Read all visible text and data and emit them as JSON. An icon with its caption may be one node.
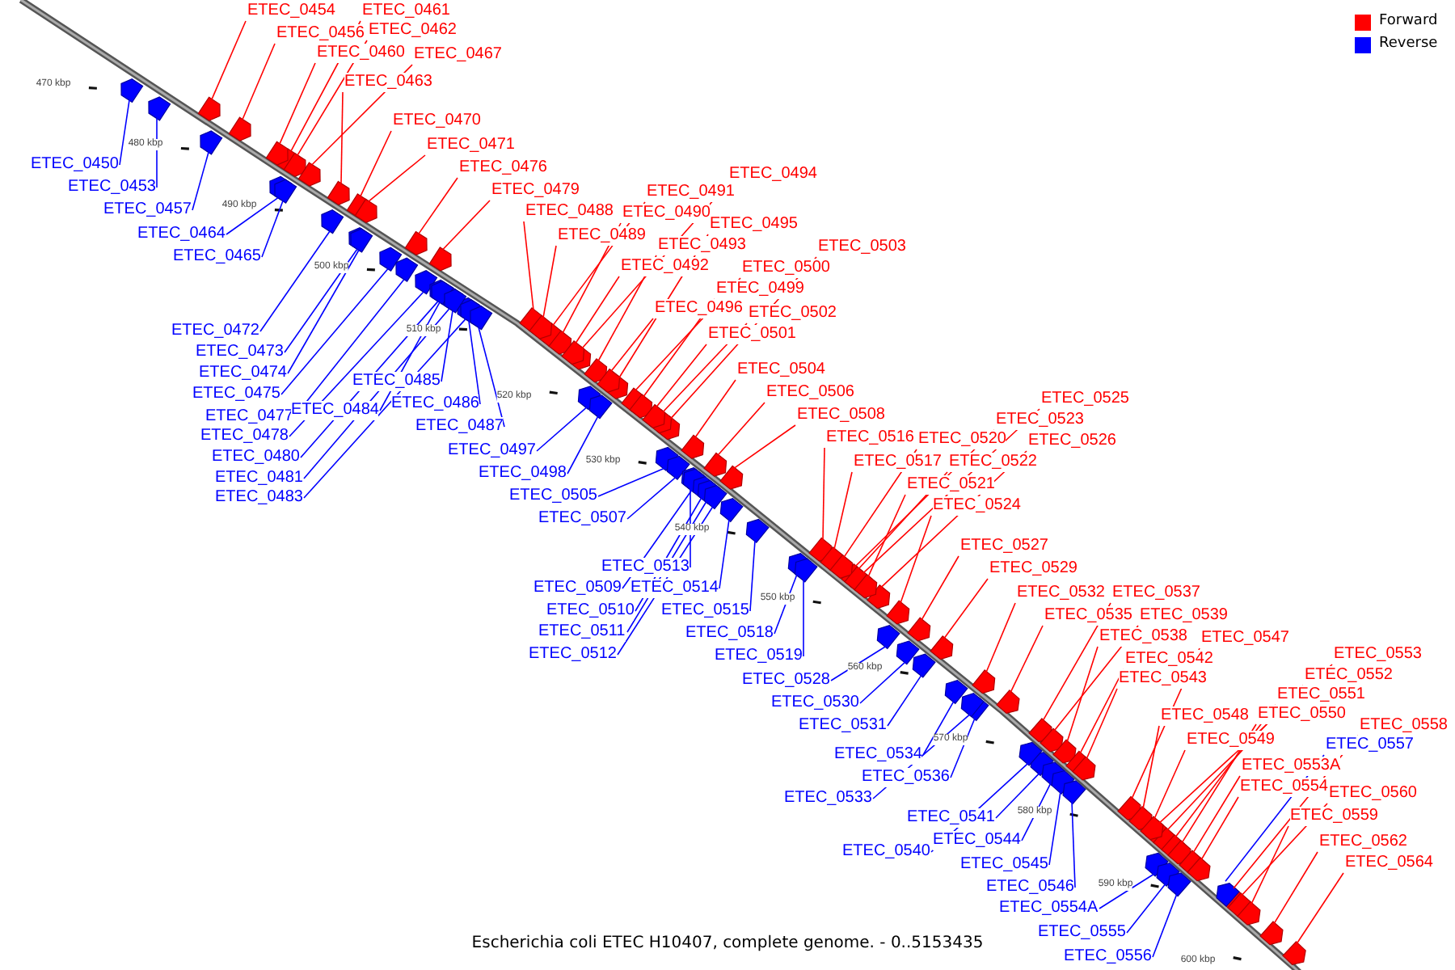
{
  "diagram": {
    "caption": "Escherichia coli ETEC H10407, complete genome. - 0..5153435",
    "nodes": [
      {
        "text": [
          "ETEC_0454"
        ]
      },
      {
        "text": [
          "ETEC_0456"
        ]
      },
      {
        "text": [
          "ETEC_0461"
        ]
      },
      {
        "text": [
          "ETEC_0462"
        ]
      },
      {
        "text": [
          "ETEC_0460"
        ]
      },
      {
        "text": [
          "ETEC_0467"
        ]
      },
      {
        "text": [
          "ETEC_0463"
        ]
      },
      {
        "text": [
          "ETEC_0470"
        ]
      },
      {
        "text": [
          "ETEC_0471"
        ]
      },
      {
        "text": [
          "ETEC_0476"
        ]
      },
      {
        "text": [
          "ETEC_0479"
        ]
      },
      {
        "text": [
          "ETEC_0488"
        ]
      },
      {
        "text": [
          "ETEC_0491"
        ]
      },
      {
        "text": [
          "ETEC_0490"
        ]
      },
      {
        "text": [
          "ETEC_0489"
        ]
      },
      {
        "text": [
          "ETEC_0494"
        ]
      },
      {
        "text": [
          "ETEC_0495"
        ]
      },
      {
        "text": [
          "ETEC_0493"
        ]
      },
      {
        "text": [
          "ETEC_0492"
        ]
      },
      {
        "text": [
          "ETEC_0503"
        ]
      },
      {
        "text": [
          "ETEC_0500"
        ]
      },
      {
        "text": [
          "ETEC_0499"
        ]
      },
      {
        "text": [
          "ETEC_0496"
        ]
      },
      {
        "text": [
          "ETEC_0502"
        ]
      },
      {
        "text": [
          "ETEC_0501"
        ]
      },
      {
        "text": [
          "ETEC_0504"
        ]
      },
      {
        "text": [
          "ETEC_0506"
        ]
      },
      {
        "text": [
          "ETEC_0508"
        ]
      },
      {
        "text": [
          "ETEC_0516"
        ]
      },
      {
        "text": [
          "ETEC_0517"
        ]
      },
      {
        "text": [
          "ETEC_0525"
        ]
      },
      {
        "text": [
          "ETEC_0523"
        ]
      },
      {
        "text": [
          "ETEC_0520"
        ]
      },
      {
        "text": [
          "ETEC_0526"
        ]
      },
      {
        "text": [
          "ETEC_0522"
        ]
      },
      {
        "text": [
          "ETEC_0521"
        ]
      },
      {
        "text": [
          "ETEC_0524"
        ]
      },
      {
        "text": [
          "ETEC_0527"
        ]
      },
      {
        "text": [
          "ETEC_0529"
        ]
      },
      {
        "text": [
          "ETEC_0532"
        ]
      },
      {
        "text": [
          "ETEC_0537"
        ]
      },
      {
        "text": [
          "ETEC_0535"
        ]
      },
      {
        "text": [
          "ETEC_0539"
        ]
      },
      {
        "text": [
          "ETEC_0538"
        ]
      },
      {
        "text": [
          "ETEC_0547"
        ]
      },
      {
        "text": [
          "ETEC_0542"
        ]
      },
      {
        "text": [
          "ETEC_0543"
        ]
      },
      {
        "text": [
          "ETEC_0553"
        ]
      },
      {
        "text": [
          "ETEC_0552"
        ]
      },
      {
        "text": [
          "ETEC_0551"
        ]
      },
      {
        "text": [
          "ETEC_0548"
        ]
      },
      {
        "text": [
          "ETEC_0550"
        ]
      },
      {
        "text": [
          "ETEC_0558"
        ]
      },
      {
        "text": [
          "ETEC_0549"
        ]
      },
      {
        "text": [
          "ETEC_0557"
        ]
      },
      {
        "text": [
          "ETEC_0553A"
        ]
      },
      {
        "text": [
          "ETEC_0554"
        ]
      },
      {
        "text": [
          "ETEC_0560"
        ]
      },
      {
        "text": [
          "ETEC_0559"
        ]
      },
      {
        "text": [
          "ETEC_0562"
        ]
      },
      {
        "text": [
          "ETEC_0564"
        ]
      },
      {
        "text": [
          "ETEC_0450"
        ]
      },
      {
        "text": [
          "ETEC_0453"
        ]
      },
      {
        "text": [
          "ETEC_0457"
        ]
      },
      {
        "text": [
          "ETEC_0464"
        ]
      },
      {
        "text": [
          "ETEC_0465"
        ]
      },
      {
        "text": [
          "ETEC_0472"
        ]
      },
      {
        "text": [
          "ETEC_0473"
        ]
      },
      {
        "text": [
          "ETEC_0474"
        ]
      },
      {
        "text": [
          "ETEC_0475"
        ]
      },
      {
        "text": [
          "ETEC_0477"
        ]
      },
      {
        "text": [
          "ETEC_0478"
        ]
      },
      {
        "text": [
          "ETEC_0480"
        ]
      },
      {
        "text": [
          "ETEC_0481"
        ]
      },
      {
        "text": [
          "ETEC_0483"
        ]
      },
      {
        "text": [
          "ETEC_0484"
        ]
      },
      {
        "text": [
          "ETEC_0485"
        ]
      },
      {
        "text": [
          "ETEC_0486"
        ]
      },
      {
        "text": [
          "ETEC_0487"
        ]
      },
      {
        "text": [
          "ETEC_0497"
        ]
      },
      {
        "text": [
          "ETEC_0498"
        ]
      },
      {
        "text": [
          "ETEC_0505"
        ]
      },
      {
        "text": [
          "ETEC_0507"
        ]
      },
      {
        "text": [
          "ETEC_0513"
        ]
      },
      {
        "text": [
          "ETEC_0509"
        ]
      },
      {
        "text": [
          "ETEC_0514"
        ]
      },
      {
        "text": [
          "ETEC_0510"
        ]
      },
      {
        "text": [
          "ETEC_0515"
        ]
      },
      {
        "text": [
          "ETEC_0511"
        ]
      },
      {
        "text": [
          "ETEC_0512"
        ]
      },
      {
        "text": [
          "ETEC_0518"
        ]
      },
      {
        "text": [
          "ETEC_0519"
        ]
      },
      {
        "text": [
          "ETEC_0528"
        ]
      },
      {
        "text": [
          "ETEC_0530"
        ]
      },
      {
        "text": [
          "ETEC_0531"
        ]
      },
      {
        "text": [
          "ETEC_0534"
        ]
      },
      {
        "text": [
          "ETEC_0536"
        ]
      },
      {
        "text": [
          "ETEC_0533"
        ]
      },
      {
        "text": [
          "ETEC_0541"
        ]
      },
      {
        "text": [
          "ETEC_0544"
        ]
      },
      {
        "text": [
          "ETEC_0540"
        ]
      },
      {
        "text": [
          "ETEC_0545"
        ]
      },
      {
        "text": [
          "ETEC_0546"
        ]
      },
      {
        "text": [
          "ETEC_0554A"
        ]
      },
      {
        "text": [
          "ETEC_0555"
        ]
      },
      {
        "text": [
          "ETEC_0556"
        ]
      },
      {
        "text": [],
        "shape": "arrow"
      },
      {
        "text": [],
        "shape": "arrow"
      },
      {
        "text": [],
        "shape": "arrow"
      },
      {
        "text": [],
        "shape": "arrow"
      },
      {
        "text": [],
        "shape": "arrow"
      },
      {
        "text": [],
        "shape": "arrow"
      },
      {
        "text": [],
        "shape": "arrow"
      },
      {
        "text": [],
        "shape": "arrow"
      },
      {
        "text": [],
        "shape": "arrow"
      },
      {
        "text": [],
        "shape": "arrow"
      },
      {
        "text": [],
        "shape": "arrow"
      },
      {
        "text": [],
        "shape": "arrow"
      },
      {
        "text": [],
        "shape": "arrow"
      },
      {
        "text": [],
        "shape": "arrow"
      },
      {
        "text": [],
        "shape": "arrow"
      },
      {
        "text": [],
        "shape": "arrow"
      },
      {
        "text": [],
        "shape": "arrow"
      },
      {
        "text": [],
        "shape": "arrow"
      },
      {
        "text": [],
        "shape": "arrow"
      },
      {
        "text": [],
        "shape": "arrow"
      },
      {
        "text": [],
        "shape": "arrow"
      },
      {
        "text": [],
        "shape": "arrow"
      },
      {
        "text": [],
        "shape": "arrow"
      },
      {
        "text": [],
        "shape": "arrow"
      },
      {
        "text": [],
        "shape": "arrow"
      },
      {
        "text": [],
        "shape": "arrow"
      },
      {
        "text": [],
        "shape": "arrow"
      },
      {
        "text": [],
        "shape": "arrow"
      },
      {
        "text": [],
        "shape": "arrow"
      },
      {
        "text": [],
        "shape": "arrow"
      },
      {
        "text": [],
        "shape": "arrow"
      },
      {
        "text": [],
        "shape": "arrow"
      },
      {
        "text": [],
        "shape": "arrow"
      },
      {
        "text": [],
        "shape": "arrow"
      },
      {
        "text": [],
        "shape": "arrow"
      },
      {
        "text": [],
        "shape": "arrow"
      },
      {
        "text": [],
        "shape": "arrow"
      },
      {
        "text": [],
        "shape": "arrow"
      },
      {
        "text": [],
        "shape": "arrow"
      },
      {
        "text": [],
        "shape": "arrow"
      },
      {
        "text": [],
        "shape": "arrow"
      },
      {
        "text": [],
        "shape": "arrow"
      },
      {
        "text": [],
        "shape": "arrow"
      },
      {
        "text": [],
        "shape": "arrow"
      },
      {
        "text": [],
        "shape": "arrow"
      },
      {
        "text": [],
        "shape": "arrow"
      },
      {
        "text": [],
        "shape": "arrow"
      },
      {
        "text": [],
        "shape": "arrow"
      },
      {
        "text": [],
        "shape": "arrow"
      },
      {
        "text": [],
        "shape": "arrow"
      },
      {
        "text": [],
        "shape": "arrow"
      },
      {
        "text": [],
        "shape": "arrow"
      },
      {
        "text": [],
        "shape": "arrow"
      },
      {
        "text": [],
        "shape": "arrow"
      },
      {
        "text": [],
        "shape": "arrow"
      },
      {
        "text": [],
        "shape": "arrow"
      },
      {
        "text": [],
        "shape": "arrow"
      },
      {
        "text": [],
        "shape": "arrow"
      },
      {
        "text": [],
        "shape": "arrow"
      },
      {
        "text": [],
        "shape": "arrow"
      },
      {
        "text": [],
        "shape": "arrow"
      },
      {
        "text": [],
        "shape": "arrow"
      },
      {
        "text": [],
        "shape": "arrow"
      },
      {
        "text": [],
        "shape": "arrow"
      },
      {
        "text": [],
        "shape": "arrow"
      },
      {
        "text": [],
        "shape": "arrow"
      },
      {
        "text": [],
        "shape": "arrow"
      },
      {
        "text": [],
        "shape": "arrow"
      },
      {
        "text": [],
        "shape": "arrow"
      },
      {
        "text": [],
        "shape": "arrow"
      },
      {
        "text": [],
        "shape": "arrow"
      },
      {
        "text": [],
        "shape": "arrow"
      },
      {
        "text": [],
        "shape": "arrow"
      },
      {
        "text": [],
        "shape": "arrow"
      },
      {
        "text": [],
        "shape": "arrow"
      },
      {
        "text": [],
        "shape": "arrow"
      },
      {
        "text": [],
        "shape": "arrow"
      },
      {
        "text": [],
        "shape": "arrow"
      },
      {
        "text": [],
        "shape": "arrow"
      },
      {
        "text": [],
        "shape": "arrow"
      },
      {
        "text": [],
        "shape": "arrow"
      },
      {
        "text": [],
        "shape": "arrow"
      },
      {
        "text": [],
        "shape": "arrow"
      },
      {
        "text": [],
        "shape": "arrow"
      },
      {
        "text": [],
        "shape": "arrow"
      },
      {
        "text": [],
        "shape": "arrow"
      },
      {
        "text": [],
        "shape": "arrow"
      },
      {
        "text": [],
        "shape": "arrow"
      },
      {
        "text": [],
        "shape": "arrow"
      },
      {
        "text": [],
        "shape": "arrow"
      },
      {
        "text": [],
        "shape": "arrow"
      },
      {
        "text": [],
        "shape": "arrow"
      },
      {
        "text": [],
        "shape": "arrow"
      },
      {
        "text": [],
        "shape": "arrow"
      },
      {
        "text": [],
        "shape": "arrow"
      },
      {
        "text": [],
        "shape": "arrow"
      },
      {
        "text": [],
        "shape": "arrow"
      },
      {
        "text": [],
        "shape": "arrow"
      },
      {
        "text": [],
        "shape": "arrow"
      },
      {
        "text": [],
        "shape": "arrow"
      },
      {
        "text": [],
        "shape": "arrow"
      },
      {
        "text": [],
        "shape": "arrow"
      },
      {
        "text": [],
        "shape": "arrow"
      },
      {
        "text": [],
        "shape": "arrow"
      },
      {
        "text": [],
        "shape": "arrow"
      },
      {
        "text": [],
        "shape": "arrow"
      }
    ],
    "edges": [
      {
        "from": 0,
        "to": 106,
        "arrow": "none"
      },
      {
        "from": 1,
        "to": 107,
        "arrow": "none"
      },
      {
        "from": 2,
        "to": 108,
        "arrow": "none"
      },
      {
        "from": 3,
        "to": 109,
        "arrow": "none"
      },
      {
        "from": 4,
        "to": 110,
        "arrow": "none"
      },
      {
        "from": 5,
        "to": 111,
        "arrow": "none"
      },
      {
        "from": 6,
        "to": 112,
        "arrow": "none"
      },
      {
        "from": 7,
        "to": 113,
        "arrow": "none"
      },
      {
        "from": 8,
        "to": 114,
        "arrow": "none"
      },
      {
        "from": 9,
        "to": 115,
        "arrow": "none"
      },
      {
        "from": 10,
        "to": 116,
        "arrow": "none"
      },
      {
        "from": 11,
        "to": 117,
        "arrow": "none"
      },
      {
        "from": 12,
        "to": 118,
        "arrow": "none"
      },
      {
        "from": 13,
        "to": 119,
        "arrow": "none"
      },
      {
        "from": 14,
        "to": 120,
        "arrow": "none"
      },
      {
        "from": 15,
        "to": 121,
        "arrow": "none"
      },
      {
        "from": 16,
        "to": 122,
        "arrow": "none"
      },
      {
        "from": 17,
        "to": 123,
        "arrow": "none"
      },
      {
        "from": 18,
        "to": 124,
        "arrow": "none"
      },
      {
        "from": 19,
        "to": 125,
        "arrow": "none"
      },
      {
        "from": 20,
        "to": 126,
        "arrow": "none"
      },
      {
        "from": 21,
        "to": 127,
        "arrow": "none"
      },
      {
        "from": 22,
        "to": 128,
        "arrow": "none"
      },
      {
        "from": 23,
        "to": 129,
        "arrow": "none"
      },
      {
        "from": 24,
        "to": 130,
        "arrow": "none"
      },
      {
        "from": 25,
        "to": 131,
        "arrow": "none"
      },
      {
        "from": 26,
        "to": 132,
        "arrow": "none"
      },
      {
        "from": 27,
        "to": 133,
        "arrow": "none"
      },
      {
        "from": 28,
        "to": 134,
        "arrow": "none"
      },
      {
        "from": 29,
        "to": 135,
        "arrow": "none"
      },
      {
        "from": 30,
        "to": 136,
        "arrow": "none"
      },
      {
        "from": 31,
        "to": 137,
        "arrow": "none"
      },
      {
        "from": 32,
        "to": 138,
        "arrow": "none"
      },
      {
        "from": 33,
        "to": 139,
        "arrow": "none"
      },
      {
        "from": 34,
        "to": 140,
        "arrow": "none"
      },
      {
        "from": 35,
        "to": 141,
        "arrow": "none"
      },
      {
        "from": 36,
        "to": 142,
        "arrow": "none"
      },
      {
        "from": 37,
        "to": 143,
        "arrow": "none"
      },
      {
        "from": 38,
        "to": 144,
        "arrow": "none"
      },
      {
        "from": 39,
        "to": 145,
        "arrow": "none"
      },
      {
        "from": 40,
        "to": 146,
        "arrow": "none"
      },
      {
        "from": 41,
        "to": 147,
        "arrow": "none"
      },
      {
        "from": 42,
        "to": 148,
        "arrow": "none"
      },
      {
        "from": 43,
        "to": 149,
        "arrow": "none"
      },
      {
        "from": 44,
        "to": 150,
        "arrow": "none"
      },
      {
        "from": 45,
        "to": 151,
        "arrow": "none"
      },
      {
        "from": 46,
        "to": 152,
        "arrow": "none"
      },
      {
        "from": 47,
        "to": 153,
        "arrow": "none"
      },
      {
        "from": 48,
        "to": 154,
        "arrow": "none"
      },
      {
        "from": 49,
        "to": 155,
        "arrow": "none"
      },
      {
        "from": 50,
        "to": 156,
        "arrow": "none"
      },
      {
        "from": 51,
        "to": 157,
        "arrow": "none"
      },
      {
        "from": 52,
        "to": 158,
        "arrow": "none"
      },
      {
        "from": 53,
        "to": 159,
        "arrow": "none"
      },
      {
        "from": 54,
        "to": 160,
        "arrow": "none",
        "color": "#0000ff"
      },
      {
        "from": 55,
        "to": 161,
        "arrow": "none"
      },
      {
        "from": 56,
        "to": 162,
        "arrow": "none"
      },
      {
        "from": 57,
        "to": 163,
        "arrow": "none"
      },
      {
        "from": 58,
        "to": 164,
        "arrow": "none"
      },
      {
        "from": 59,
        "to": 165,
        "arrow": "none"
      },
      {
        "from": 60,
        "to": 166,
        "arrow": "none"
      },
      {
        "from": 61,
        "to": 167,
        "arrow": "none",
        "color": "#0000ff"
      },
      {
        "from": 62,
        "to": 168,
        "arrow": "none",
        "color": "#0000ff"
      },
      {
        "from": 63,
        "to": 169,
        "arrow": "none",
        "color": "#0000ff"
      },
      {
        "from": 64,
        "to": 170,
        "arrow": "none",
        "color": "#0000ff"
      },
      {
        "from": 65,
        "to": 171,
        "arrow": "none",
        "color": "#0000ff"
      },
      {
        "from": 66,
        "to": 172,
        "arrow": "none",
        "color": "#0000ff"
      },
      {
        "from": 67,
        "to": 173,
        "arrow": "none",
        "color": "#0000ff"
      },
      {
        "from": 68,
        "to": 174,
        "arrow": "none",
        "color": "#0000ff"
      },
      {
        "from": 69,
        "to": 175,
        "arrow": "none",
        "color": "#0000ff"
      },
      {
        "from": 70,
        "to": 176,
        "arrow": "none",
        "color": "#0000ff"
      },
      {
        "from": 71,
        "to": 177,
        "arrow": "none",
        "color": "#0000ff"
      },
      {
        "from": 72,
        "to": 178,
        "arrow": "none",
        "color": "#0000ff"
      },
      {
        "from": 73,
        "to": 179,
        "arrow": "none",
        "color": "#0000ff"
      },
      {
        "from": 74,
        "to": 180,
        "arrow": "none",
        "color": "#0000ff"
      },
      {
        "from": 75,
        "to": 181,
        "arrow": "none",
        "color": "#0000ff"
      },
      {
        "from": 76,
        "to": 182,
        "arrow": "none",
        "color": "#0000ff"
      },
      {
        "from": 77,
        "to": 183,
        "arrow": "none",
        "color": "#0000ff"
      },
      {
        "from": 78,
        "to": 184,
        "arrow": "none",
        "color": "#0000ff"
      },
      {
        "from": 79,
        "to": 185,
        "arrow": "none",
        "color": "#0000ff"
      },
      {
        "from": 80,
        "to": 186,
        "arrow": "none",
        "color": "#0000ff"
      },
      {
        "from": 81,
        "to": 187,
        "arrow": "none",
        "color": "#0000ff"
      },
      {
        "from": 82,
        "to": 188,
        "arrow": "none",
        "color": "#0000ff"
      },
      {
        "from": 83,
        "to": 189,
        "arrow": "none",
        "color": "#0000ff"
      },
      {
        "from": 84,
        "to": 190,
        "arrow": "none",
        "color": "#0000ff"
      },
      {
        "from": 85,
        "to": 191,
        "arrow": "none",
        "color": "#0000ff"
      },
      {
        "from": 86,
        "to": 192,
        "arrow": "none",
        "color": "#0000ff"
      },
      {
        "from": 87,
        "to": 193,
        "arrow": "none",
        "color": "#0000ff"
      },
      {
        "from": 88,
        "to": 194,
        "arrow": "none",
        "color": "#0000ff"
      },
      {
        "from": 89,
        "to": 195,
        "arrow": "none",
        "color": "#0000ff"
      },
      {
        "from": 90,
        "to": 196,
        "arrow": "none",
        "color": "#0000ff"
      },
      {
        "from": 91,
        "to": 197,
        "arrow": "none",
        "color": "#0000ff"
      },
      {
        "from": 92,
        "to": 198,
        "arrow": "none",
        "color": "#0000ff"
      },
      {
        "from": 93,
        "to": 199,
        "arrow": "none",
        "color": "#0000ff"
      },
      {
        "from": 94,
        "to": 200,
        "arrow": "none",
        "color": "#0000ff"
      },
      {
        "from": 95,
        "to": 201,
        "arrow": "none",
        "color": "#0000ff"
      },
      {
        "from": 96,
        "to": 202,
        "arrow": "none",
        "color": "#0000ff"
      },
      {
        "from": 97,
        "to": 203,
        "arrow": "none",
        "color": "#0000ff"
      },
      {
        "from": 98,
        "to": 204,
        "arrow": "none",
        "color": "#0000ff"
      },
      {
        "from": 99,
        "to": 205,
        "arrow": "none",
        "color": "#0000ff"
      },
      {
        "from": 100,
        "to": 206,
        "arrow": "none",
        "color": "#0000ff"
      },
      {
        "from": 101,
        "to": 207,
        "arrow": "none",
        "color": "#0000ff"
      },
      {
        "from": 102,
        "to": 208,
        "arrow": "none",
        "color": "#0000ff"
      },
      {
        "from": 103,
        "to": 209,
        "arrow": "none",
        "color": "#0000ff"
      },
      {
        "from": 104,
        "to": 210,
        "arrow": "none",
        "color": "#0000ff"
      },
      {
        "from": 105,
        "to": 211,
        "arrow": "none",
        "color": "#0000ff"
      }
    ],
    "labels": [
      "470 kbp",
      "480 kbp",
      "490 kbp",
      "500 kbp",
      "510 kbp",
      "520 kbp",
      "530 kbp",
      "540 kbp",
      "550 kbp",
      "560 kbp",
      "570 kbp",
      "580 kbp",
      "590 kbp",
      "600 kbp"
    ],
    "legend": [
      {
        "text": "Forward",
        "color": "#ff0000"
      },
      {
        "text": "Reverse",
        "color": "#0000ff"
      }
    ]
  }
}
